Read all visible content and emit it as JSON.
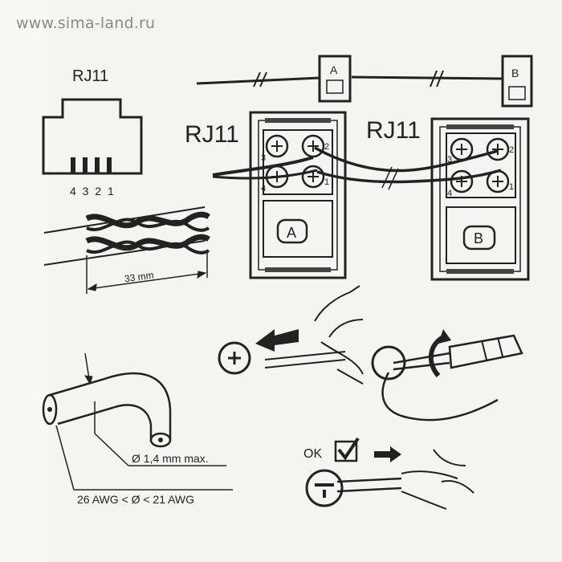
{
  "watermark": "www.sima-land.ru",
  "connector": {
    "title": "RJ11",
    "pins": "4 3 2 1"
  },
  "wall_jacks": {
    "label_left": "RJ11",
    "label_right": "RJ11",
    "jack_a": "A",
    "jack_b": "B",
    "tag_a": "A",
    "tag_b": "B",
    "terminals_a": [
      "3",
      "2",
      "4",
      "1"
    ],
    "terminals_b": [
      "3",
      "2",
      "4",
      "1"
    ]
  },
  "strip_length": "33 mm",
  "wire_specs": {
    "diameter": "Ø 1,4 mm max.",
    "gauge": "26 AWG < Ø < 21 AWG"
  },
  "ok_label": "OK",
  "icons": [
    "check-icon",
    "arrow-right-icon",
    "arrow-left-icon",
    "rotate-arrow-icon",
    "screwdriver-icon",
    "hand-icon"
  ]
}
